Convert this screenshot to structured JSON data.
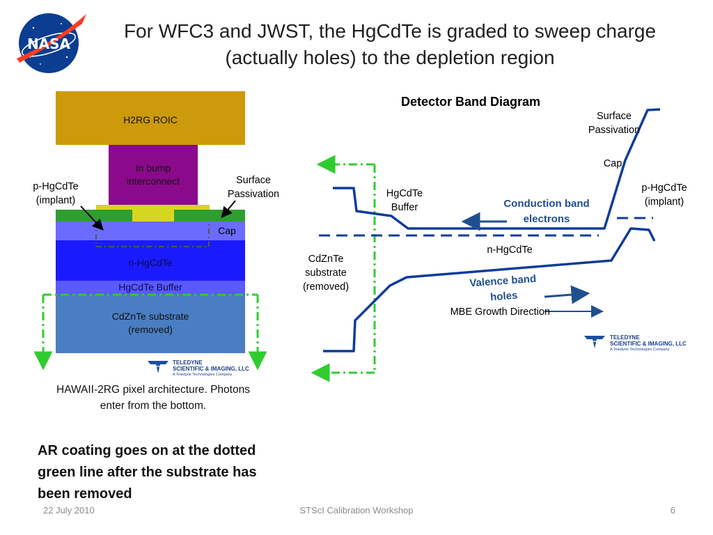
{
  "slide": {
    "title_line1": "For WFC3 and JWST, the HgCdTe is graded to sweep charge",
    "title_line2": "(actually holes) to the depletion region",
    "logo_text": "NASA"
  },
  "pixel_diagram": {
    "roic": "H2RG ROIC",
    "bump_line1": "In bump",
    "bump_line2": "interconnect",
    "p_implant_line1": "p-HgCdTe",
    "p_implant_line2": "(implant)",
    "surface_line1": "Surface",
    "surface_line2": "Passivation",
    "cap": "Cap",
    "n_layer": "n-HgCdTe",
    "buffer": "HgCdTe Buffer",
    "substrate_line1": "CdZnTe substrate",
    "substrate_line2": "(removed)",
    "caption_line1": "HAWAII-2RG pixel architecture. Photons",
    "caption_line2": "enter from the bottom."
  },
  "band_diagram": {
    "title": "Detector Band Diagram",
    "surface_line1": "Surface",
    "surface_line2": "Passivation",
    "cap": "Cap",
    "p_line1": "p-HgCdTe",
    "p_line2": "(implant)",
    "buffer_line1": "HgCdTe",
    "buffer_line2": "Buffer",
    "conduction_line1": "Conduction band",
    "conduction_line2": "electrons",
    "n_layer": "n-HgCdTe",
    "substrate_line1": "CdZnTe",
    "substrate_line2": "substrate",
    "substrate_line3": "(removed)",
    "valence_line1": "Valence band",
    "valence_line2": "holes",
    "growth": "MBE Growth Direction"
  },
  "teledyne": {
    "line1": "TELEDYNE",
    "line2": "SCIENTIFIC & IMAGING, LLC",
    "line3": "A Teledyne Technologies Company"
  },
  "note": {
    "line1": "AR coating goes on at the dotted",
    "line2": "green line after the substrate has",
    "line3": "been removed"
  },
  "footer": {
    "date": "22 July 2010",
    "event": "STScI Calibration Workshop",
    "page": "6"
  },
  "colors": {
    "roic": "#cc9a0a",
    "bump": "#8b0a8b",
    "passivation": "#2e9e2e",
    "implant": "#d6d61e",
    "cap": "#6b6bff",
    "n_layer": "#1a1aff",
    "buffer": "#5a5aff",
    "substrate": "#4a7ec2",
    "band": "#0f3c9a",
    "annotation": "#1f4f8f",
    "green_dash": "#2fcc2f"
  }
}
